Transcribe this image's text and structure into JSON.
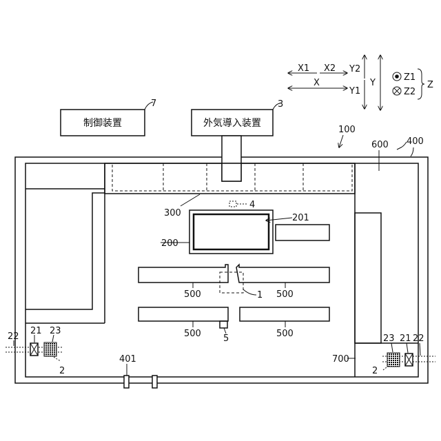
{
  "boxes": {
    "control_device": "制御装置",
    "outside_air_device": "外気導入装置"
  },
  "axes": {
    "x1": "X1",
    "x2": "X2",
    "x": "X",
    "y1": "Y1",
    "y2": "Y2",
    "y": "Y",
    "z1": "Z1",
    "z2": "Z2",
    "z": "Z"
  },
  "refs": {
    "r1": "1",
    "r2_left": "2",
    "r2_right": "2",
    "r3": "3",
    "r4": "4",
    "r5": "5",
    "r7": "7",
    "r21_left": "21",
    "r21_right": "21",
    "r22_left": "22",
    "r22_right": "22",
    "r23_left": "23",
    "r23_right": "23",
    "r100": "100",
    "r200": "200",
    "r201": "201",
    "r300": "300",
    "r400": "400",
    "r401": "401",
    "r500_a": "500",
    "r500_b": "500",
    "r500_c": "500",
    "r500_d": "500",
    "r600": "600",
    "r700": "700"
  }
}
